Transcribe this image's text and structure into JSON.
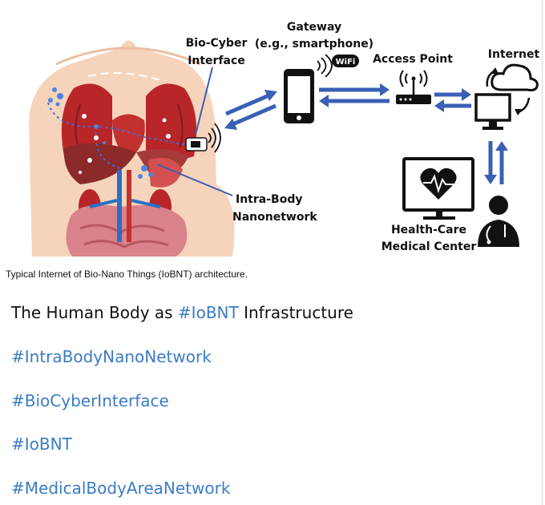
{
  "figure": {
    "labels": {
      "gateway_line1": "Gateway",
      "gateway_line2": "(e.g., smartphone)",
      "biocyber_line1": "Bio-Cyber",
      "biocyber_line2": "Interface",
      "access_point": "Access Point",
      "internet": "Internet",
      "wifi": "WiFi",
      "intrabody_line1": "Intra-Body",
      "intrabody_line2": "Nanonetwork",
      "healthcare_line1": "Health-Care",
      "healthcare_line2": "Medical Center"
    },
    "colors": {
      "skin": "#f6d4bc",
      "organ_red": "#b8262a",
      "organ_dark": "#7e1a1d",
      "liver": "#8c2a2a",
      "intestine": "#d9828a",
      "vessel_blue": "#2b6fc4",
      "arrow_blue": "#3a5fb5",
      "network_blue": "#3a6fd8",
      "dark": "#111111"
    },
    "icons": [
      "human-body-illustration",
      "biocyber-interface-icon",
      "smartphone-icon",
      "wifi-badge-icon",
      "access-point-router-icon",
      "cloud-icon",
      "computer-monitor-icon",
      "heartbeat-monitor-icon",
      "doctor-icon"
    ]
  },
  "caption": "Typical Internet of Bio-Nano Things (IoBNT) architecture.",
  "post": {
    "title_prefix": "The Human Body as ",
    "title_hashtag": "#IoBNT",
    "title_suffix": " Infrastructure",
    "hashtags": [
      "#IntraBodyNanoNetwork",
      "#BioCyberInterface",
      "#IoBNT",
      "#MedicalBodyAreaNetwork"
    ]
  }
}
